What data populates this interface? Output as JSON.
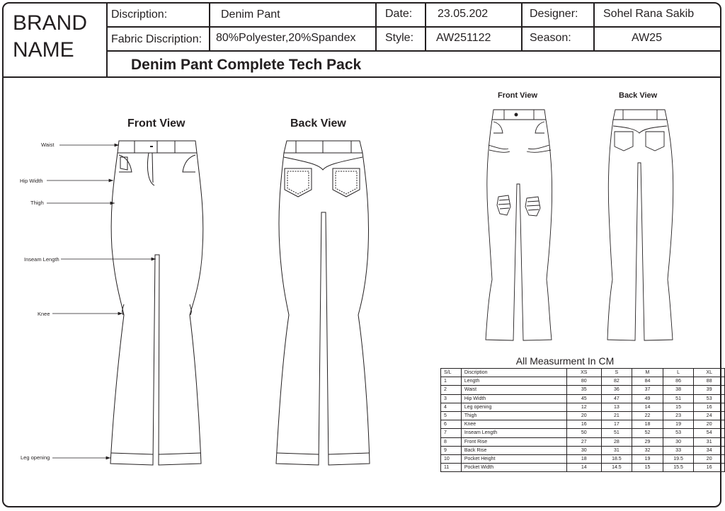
{
  "header": {
    "brand_line1": "BRAND",
    "brand_line2": "NAME",
    "description_label": "Discription:",
    "description_value": "Denim Pant",
    "date_label": "Date:",
    "date_value": "23.05.202",
    "designer_label": "Designer:",
    "designer_value": "Sohel Rana Sakib",
    "fabric_label": "Fabric Discription:",
    "fabric_value": "80%Polyester,20%Spandex",
    "style_label": "Style:",
    "style_value": "AW251122",
    "season_label": "Season:",
    "season_value": "AW25",
    "title": "Denim Pant Complete Tech Pack"
  },
  "views": {
    "front_large": "Front View",
    "back_large": "Back View",
    "front_small": "Front View",
    "back_small": "Back View"
  },
  "callouts": [
    "Waist",
    "Hip Width",
    "Thigh",
    "Inseam Length",
    "Knee",
    "Leg opening"
  ],
  "measurements": {
    "title": "All Measurment In CM",
    "headers": [
      "S/L",
      "Discription",
      "XS",
      "S",
      "M",
      "L",
      "XL"
    ],
    "rows": [
      [
        "1",
        "Length",
        "80",
        "82",
        "84",
        "86",
        "88"
      ],
      [
        "2",
        "Waist",
        "35",
        "36",
        "37",
        "38",
        "39"
      ],
      [
        "3",
        "Hip Width",
        "45",
        "47",
        "49",
        "51",
        "53"
      ],
      [
        "4",
        "Leg opening",
        "12",
        "13",
        "14",
        "15",
        "16"
      ],
      [
        "5",
        "Thigh",
        "20",
        "21",
        "22",
        "23",
        "24"
      ],
      [
        "6",
        "Knee",
        "16",
        "17",
        "18",
        "19",
        "20"
      ],
      [
        "7",
        "Inseam Length",
        "50",
        "51",
        "52",
        "53",
        "54"
      ],
      [
        "8",
        "Front Rise",
        "27",
        "28",
        "29",
        "30",
        "31"
      ],
      [
        "9",
        "Back Rise",
        "30",
        "31",
        "32",
        "33",
        "34"
      ],
      [
        "10",
        "Pocket Height",
        "18",
        "18.5",
        "19",
        "19.5",
        "20"
      ],
      [
        "11",
        "Pocket Width",
        "14",
        "14.5",
        "15",
        "15.5",
        "16"
      ]
    ]
  }
}
